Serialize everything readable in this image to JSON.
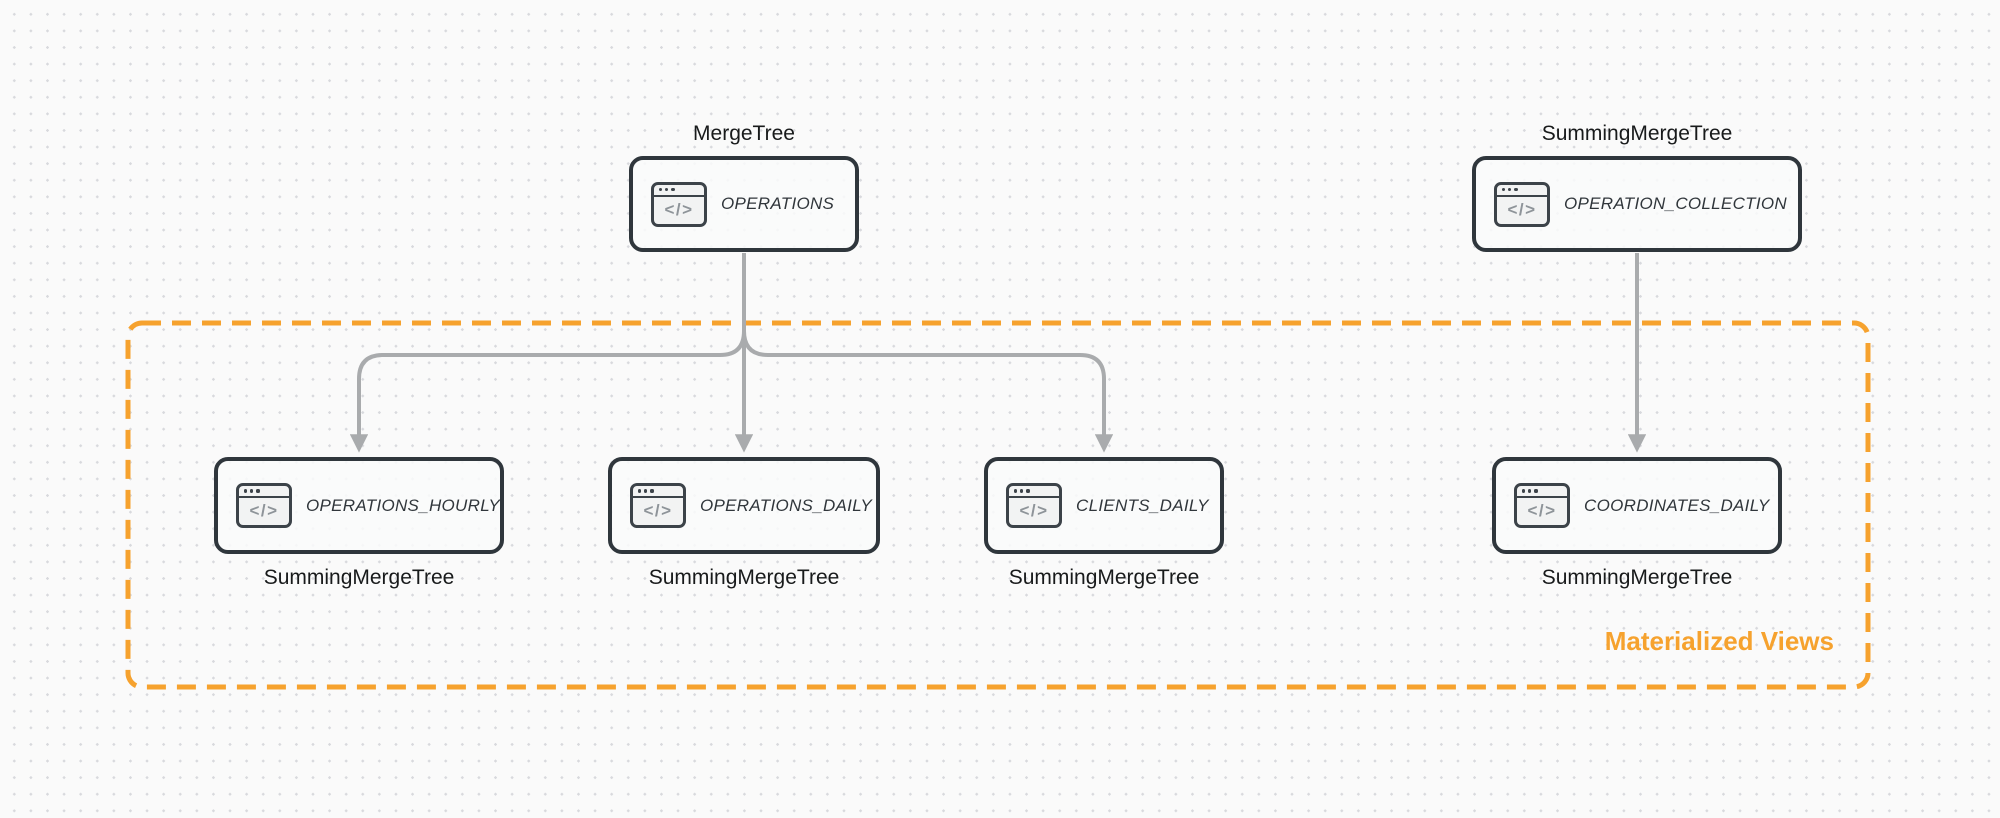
{
  "diagram": {
    "icon_glyph": "</>",
    "nodes": {
      "operations": {
        "title": "OPERATIONS",
        "engine": "MergeTree"
      },
      "operation_collection": {
        "title": "OPERATION_COLLECTION",
        "engine": "SummingMergeTree"
      },
      "operations_hourly": {
        "title": "OPERATIONS_HOURLY",
        "engine": "SummingMergeTree"
      },
      "operations_daily": {
        "title": "OPERATIONS_DAILY",
        "engine": "SummingMergeTree"
      },
      "clients_daily": {
        "title": "CLIENTS_DAILY",
        "engine": "SummingMergeTree"
      },
      "coordinates_daily": {
        "title": "COORDINATES_DAILY",
        "engine": "SummingMergeTree"
      }
    },
    "edges": [
      {
        "from": "OPERATIONS",
        "to": "OPERATIONS_HOURLY"
      },
      {
        "from": "OPERATIONS",
        "to": "OPERATIONS_DAILY"
      },
      {
        "from": "OPERATIONS",
        "to": "CLIENTS_DAILY"
      },
      {
        "from": "OPERATION_COLLECTION",
        "to": "COORDINATES_DAILY"
      }
    ],
    "group": {
      "label": "Materialized Views"
    },
    "colors": {
      "accent_orange": "#f6a22e",
      "arrow_gray": "#a9abad",
      "node_border": "#2f363c",
      "node_fill": "#f8f9f9",
      "background": "#fafafa",
      "dot_grid": "#d8d9dd"
    }
  }
}
